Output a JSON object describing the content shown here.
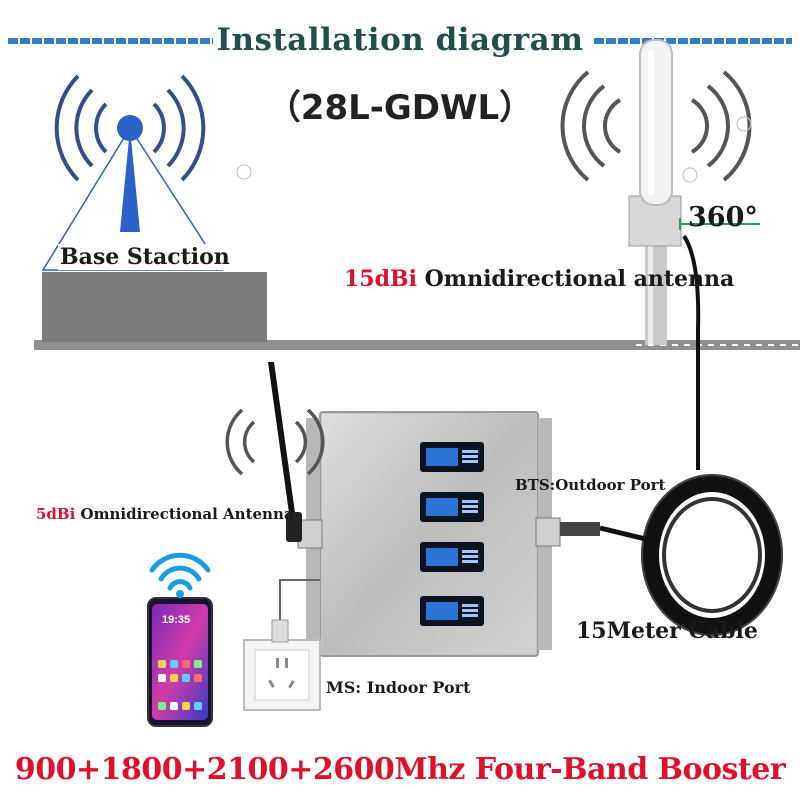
{
  "title": "Installation diagram",
  "model": "（28L-GDWL）",
  "labels": {
    "base_station": "Base Staction",
    "degree": "360°",
    "outdoor_gain": "15dBi",
    "outdoor_antenna": "Omnidirectional antenna",
    "indoor_gain": "5dBi",
    "indoor_antenna": "Omnidirectional  Antenna",
    "bts_port": "BTS:Outdoor Port",
    "cable": "15Meter Cable",
    "ms_port": "MS: Indoor Port"
  },
  "footer": "900+1800+2100+2600Mhz Four-Band Booster",
  "phone": {
    "time": "19:35"
  },
  "colors": {
    "accent": "#e0102a",
    "title": "#1f4f4f",
    "signal": "#2f7fc8"
  },
  "icons": [
    "wifi-icon",
    "signal-waves-icon",
    "registered-icon"
  ]
}
